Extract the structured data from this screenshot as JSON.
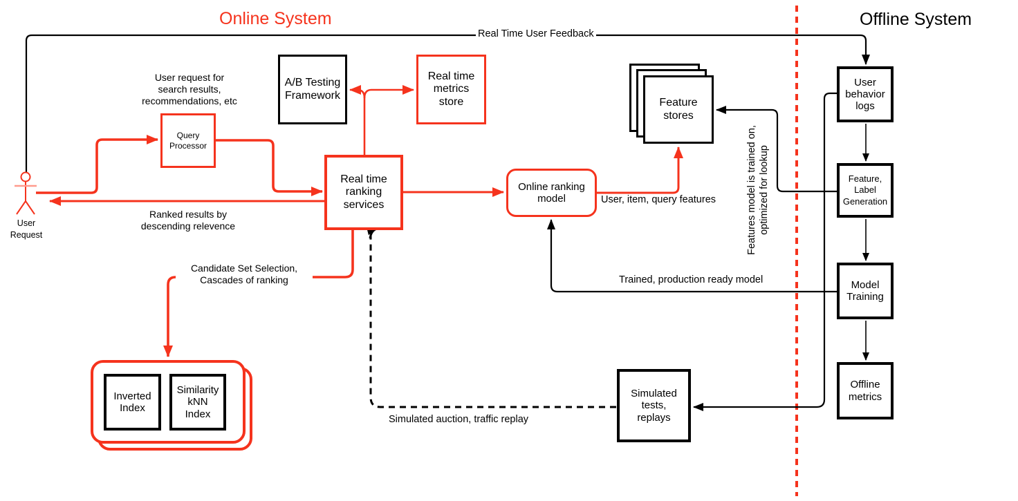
{
  "titles": {
    "online": "Online System",
    "offline": "Offline System"
  },
  "nodes": {
    "query_processor": "Query\nProcessor",
    "ab_testing": "A/B Testing\nFramework",
    "metrics_store": "Real time\nmetrics\nstore",
    "ranking_services": "Real time\nranking\nservices",
    "online_ranking_model": "Online ranking\nmodel",
    "feature_stores": "Feature\nstores",
    "user_behavior_logs": "User\nbehavior\nlogs",
    "feature_label_generation": "Feature,\nLabel\nGeneration",
    "model_training": "Model\nTraining",
    "offline_metrics": "Offline\nmetrics",
    "simulated_tests": "Simulated\ntests,\nreplays",
    "inverted_index": "Inverted\nIndex",
    "similarity_knn_index": "Similarity\nkNN\nIndex"
  },
  "labels": {
    "actor": "User Request",
    "feedback": "Real Time User Feedback",
    "user_request": "User request for\nsearch results,\nrecommendations, etc",
    "ranked_results": "Ranked results by\ndescending relevence",
    "candidate_set": "Candidate Set Selection,\nCascades of ranking",
    "user_item_query": "User, item, query features",
    "features_model": "Features model is trained on,\noptimized for lookup",
    "trained_model": "Trained, production ready model",
    "simulated_auction": "Simulated auction, traffic replay"
  },
  "colors": {
    "accent_red": "#f5331d",
    "line_black": "#000000"
  }
}
